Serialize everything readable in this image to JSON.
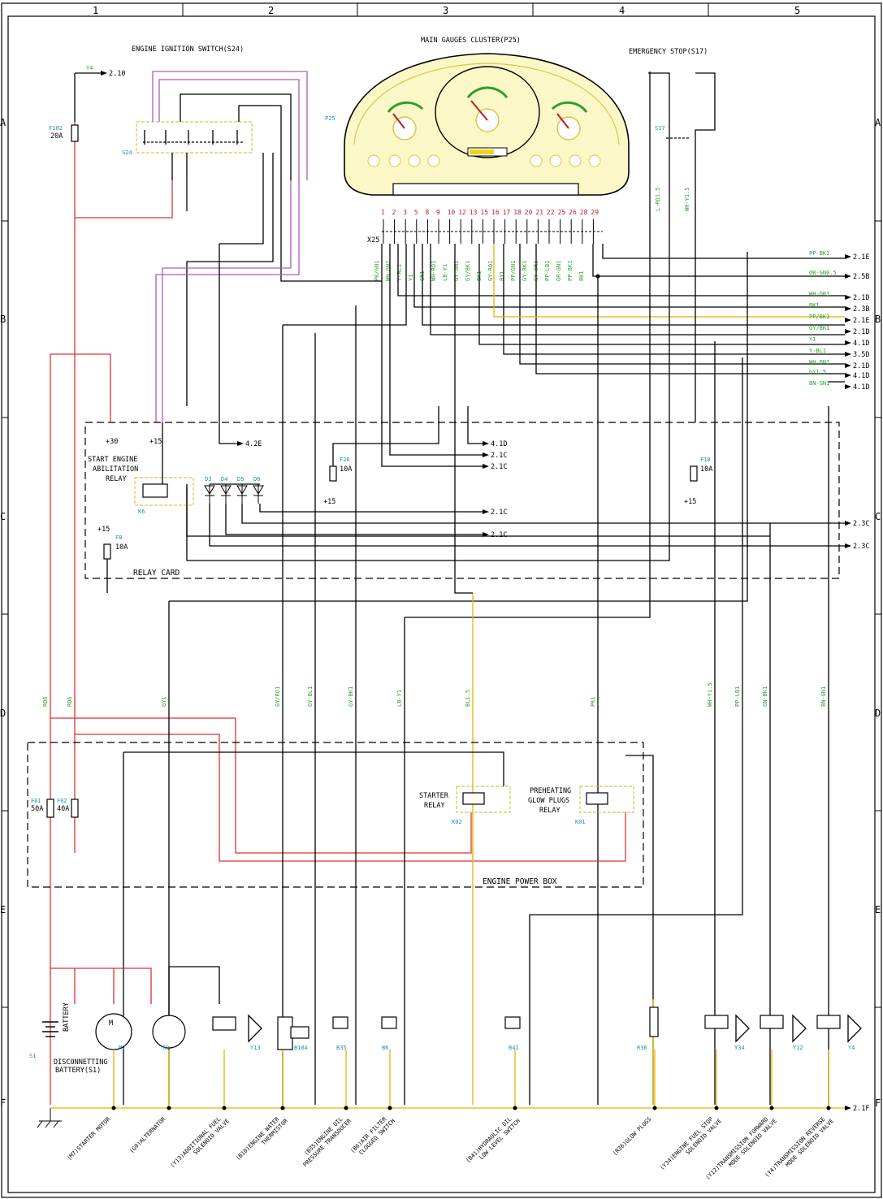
{
  "grid": {
    "columns": [
      "1",
      "2",
      "3",
      "4",
      "5"
    ],
    "rows": [
      "A",
      "B",
      "C",
      "D",
      "E",
      "F"
    ]
  },
  "titles": {
    "ignition_switch": "ENGINE IGNITION SWITCH(S24)",
    "gauges_cluster": "MAIN GAUGES CLUSTER(P25)",
    "emergency_stop": "EMERGENCY STOP(S17)",
    "relay_card": "RELAY CARD",
    "engine_power_box": "ENGINE POWER BOX",
    "start_relay_l1": "START ENGINE",
    "start_relay_l2": "ABILITATION",
    "start_relay_l3": "RELAY",
    "starter_relay_l1": "STARTER",
    "starter_relay_l2": "RELAY",
    "preheat_relay_l1": "PREHEATING",
    "preheat_relay_l2": "GLOW PLUGS",
    "preheat_relay_l3": "RELAY",
    "battery": "BATTERY",
    "disconnect_l1": "DISCONNETTING",
    "disconnect_l2": "BATTERY(S1)"
  },
  "supply": {
    "plus30": "+30",
    "plus15": "+15"
  },
  "ids": {
    "p25": "P25",
    "s17": "S17",
    "s24": "S24",
    "s1": "S1",
    "f102": "F102",
    "f102_rating": "20A",
    "f20": "F20",
    "f20_rating": "10A",
    "f18": "F18",
    "f18_rating": "10A",
    "f8": "F8",
    "f8_rating": "10A",
    "f01": "F01",
    "f01_rating": "50A",
    "f02": "F02",
    "f02_rating": "40A",
    "k6": "K6",
    "k02": "K02",
    "k01": "K01",
    "diodes": [
      "D3",
      "D4",
      "D5",
      "D6"
    ],
    "y4_label": "Y4",
    "y4_ref": "2.10"
  },
  "cluster_pins_top": [
    "1",
    "2",
    "3",
    "5",
    "8",
    "9",
    "10",
    "12",
    "13",
    "15",
    "16",
    "17",
    "18",
    "20",
    "21",
    "22",
    "25",
    "26",
    "28",
    "29"
  ],
  "cluster_wires": [
    "PK/GN1",
    "WH-GN1",
    "Y-RL1",
    "Y1",
    "GN1",
    "WH-RO1",
    "LB-Y1",
    "GY-GN1",
    "GY/BK1",
    "BK1",
    "GY-RO1",
    "BY1",
    "PP/GN1",
    "GY-BK1",
    "GY-OR1",
    "PP-LB1",
    "OR-GN1",
    "PP-BK1",
    "BK1"
  ],
  "right_refs": [
    {
      "wire": "PP-BK1",
      "ref": "2.1E"
    },
    {
      "wire": "OR-GN0.5",
      "ref": "2.5B"
    },
    {
      "wire": "WH-OR1",
      "ref": "2.1D"
    },
    {
      "wire": "BK1",
      "ref": "2.3B"
    },
    {
      "wire": "PP/BK1",
      "ref": "2.1E"
    },
    {
      "wire": "GY/BK1",
      "ref": "2.1D"
    },
    {
      "wire": "Y1",
      "ref": "4.1D"
    },
    {
      "wire": "Y-BL1",
      "ref": "3.5D"
    },
    {
      "wire": "WH-BN1",
      "ref": "2.1D"
    },
    {
      "wire": "GY1.5",
      "ref": "4.1D"
    },
    {
      "wire": "BN-GN1",
      "ref": "4.1D"
    }
  ],
  "relay_refs": [
    "4.2E",
    "4.1D",
    "2.1C",
    "2.1C",
    "2.1C",
    "2.1C",
    "2.3C",
    "2.3C"
  ],
  "bottom_components": [
    {
      "code": "M7",
      "label_l1": "(M7)STARTER MOTOR",
      "label_l2": ""
    },
    {
      "code": "G9",
      "label_l1": "(G9)ALTERNATOR",
      "label_l2": ""
    },
    {
      "code": "Y13",
      "label_l1": "(Y13)ADDITIONAL FUEL",
      "label_l2": "SOLENOID VALVE"
    },
    {
      "code": "B10A",
      "label_l1": "(B10)ENGINE WATER",
      "label_l2": "THERMISTOR"
    },
    {
      "code": "B35",
      "label_l1": "(B35)ENGINE OIL",
      "label_l2": "PRESSURE TRANSDUCER"
    },
    {
      "code": "B6",
      "label_l1": "(B6)AIR FILTER",
      "label_l2": "CLOGGED SWITCH"
    },
    {
      "code": "B41",
      "label_l1": "(B41)HYDRAULIC OIL",
      "label_l2": "LOW LEVEL SWITCH"
    },
    {
      "code": "R36",
      "label_l1": "(R36)GLOW PLUGS",
      "label_l2": ""
    },
    {
      "code": "Y34",
      "label_l1": "(Y34)ENGINE FUEL STOP",
      "label_l2": "SOLENOID VALVE"
    },
    {
      "code": "Y12",
      "label_l1": "(Y12)TRANSMISSION FORWARD",
      "label_l2": "MODE SOLENOID VALVE"
    },
    {
      "code": "Y4",
      "label_l1": "(Y4)TRANSMISSION REVERSE",
      "label_l2": "MODE SOLENOID VALVE"
    }
  ],
  "mid_wires": [
    "RD6",
    "RD6",
    "GY1",
    "GY/RO1",
    "GY-BL1",
    "GY-BK1",
    "LB-Y1",
    "BL1.5",
    "PK1",
    "WH-Y1.5",
    "PP-LB1",
    "GN-BK1",
    "BN-GN1"
  ],
  "ground_ref": "2.1F",
  "colors": {
    "red": "#d33333",
    "yellow": "#e6b400",
    "violet": "#b05ab8",
    "green_text": "#2e9e2e",
    "cyan_text": "#1b8fb5",
    "cluster_fill": "#fbf7c6"
  }
}
